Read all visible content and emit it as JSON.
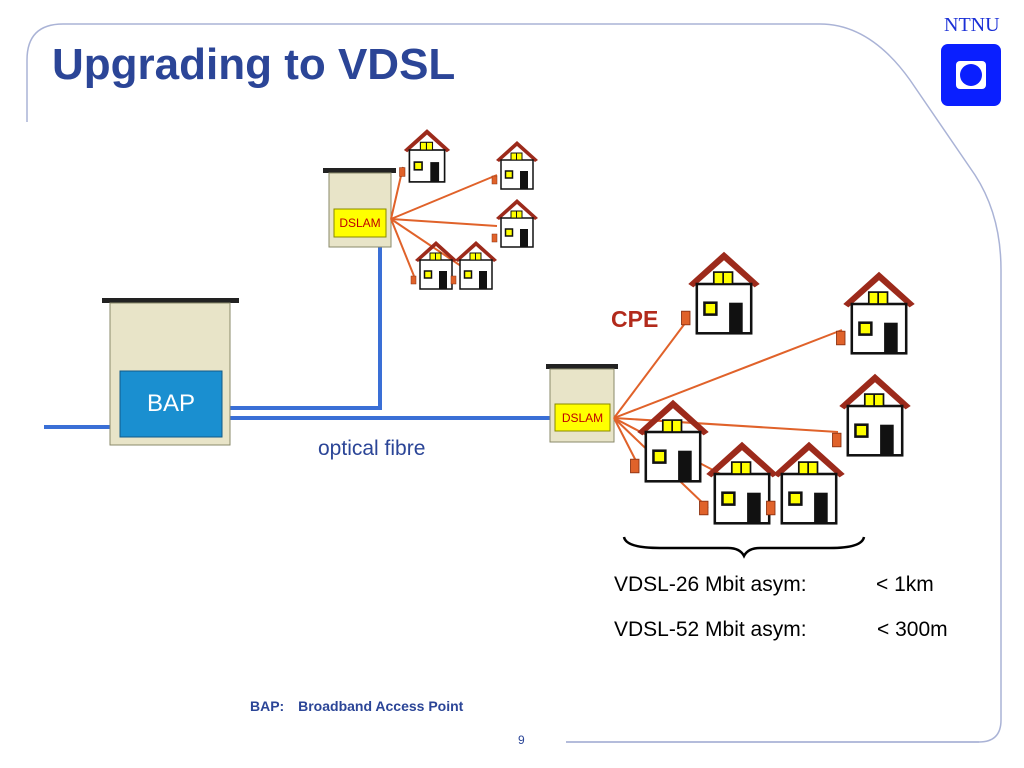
{
  "slide": {
    "title": "Upgrading to VDSL",
    "brand": "NTNU",
    "page_number": "9"
  },
  "diagram": {
    "bap_label": "BAP",
    "dslam_top_label": "DSLAM",
    "dslam_bottom_label": "DSLAM",
    "fibre_label": "optical fibre",
    "cpe_label": "CPE",
    "specs": [
      {
        "name": "VDSL-26 Mbit asym:",
        "reach": "< 1km"
      },
      {
        "name": "VDSL-52 Mbit asym:",
        "reach": "< 300m"
      }
    ]
  },
  "footnote": {
    "term": "BAP:",
    "definition": "Broadband Access Point"
  },
  "colors": {
    "title": "#2b4597",
    "fibre": "#3a6fd6",
    "copper": "#e0622a",
    "roof": "#9c2a1b",
    "bap": "#1a8fd0",
    "cabinet": "#e8e4c8",
    "dslam_box": "#ffff00",
    "logo": "#0a1fff"
  }
}
